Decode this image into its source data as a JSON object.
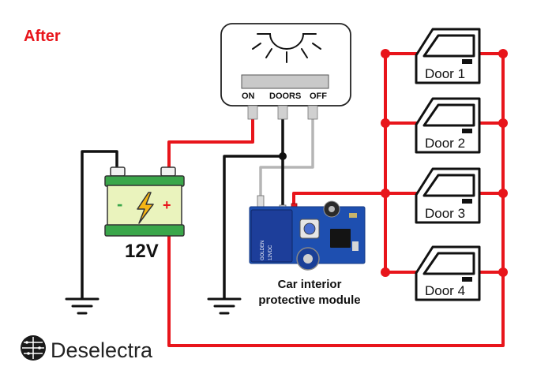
{
  "heading": "After",
  "switch": {
    "labels": [
      "ON",
      "DOORS",
      "OFF"
    ]
  },
  "battery": {
    "label": "12V",
    "minus": "-",
    "plus": "+"
  },
  "module": {
    "caption_line1": "Car interior",
    "caption_line2": "protective module",
    "relay_brand": "GOLDEN",
    "relay_rating": "12VDC"
  },
  "doors": [
    "Door 1",
    "Door 2",
    "Door 3",
    "Door 4"
  ],
  "logo": {
    "text": "Deselectra"
  },
  "colors": {
    "wire_positive": "#e8151b",
    "wire_ground": "#111111",
    "wire_signal": "#b5b5b5",
    "heading": "#e8151b",
    "pcb": "#1e4fb0",
    "battery_body": "#eaf3bd",
    "battery_terminals": "#3aa64a"
  }
}
